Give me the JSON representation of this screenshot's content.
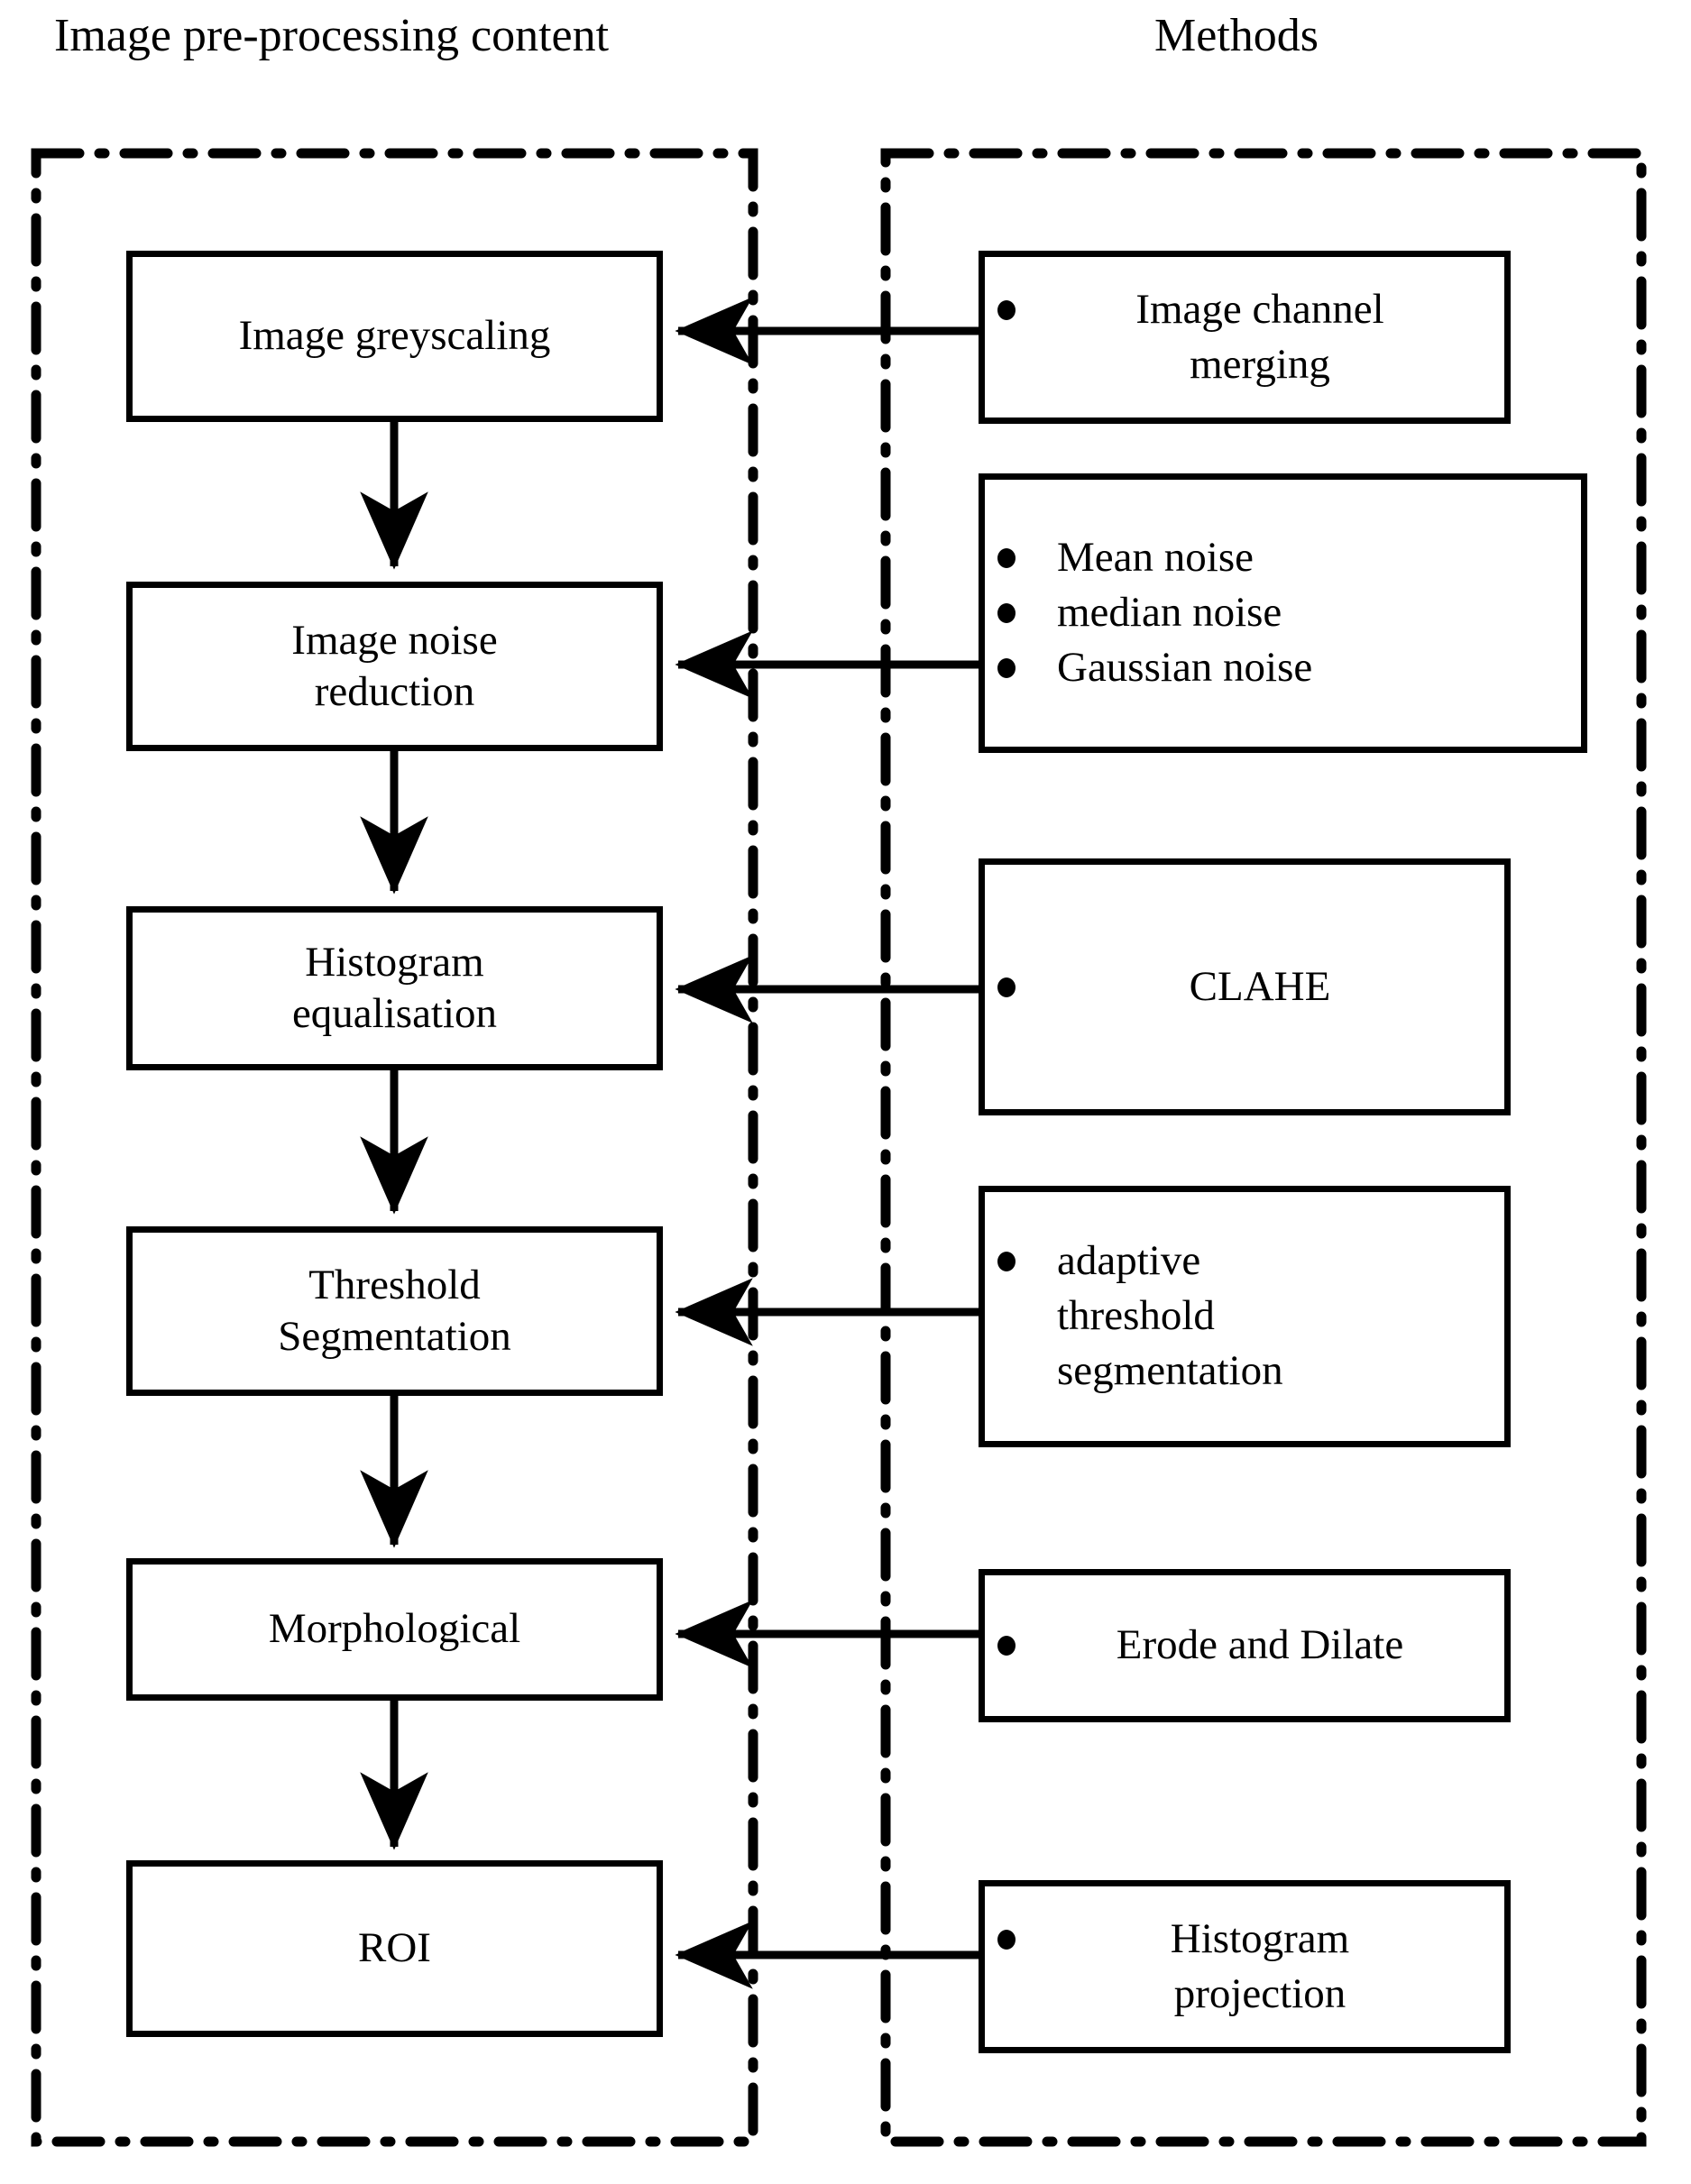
{
  "columns": {
    "left_title": "Image pre-processing content",
    "right_title": "Methods"
  },
  "pipeline": {
    "steps": [
      {
        "label": "Image greyscaling"
      },
      {
        "label": "Image noise\nreduction"
      },
      {
        "label": "Histogram\nequalisation"
      },
      {
        "label": "Threshold\nSegmentation"
      },
      {
        "label": "Morphological"
      },
      {
        "label": "ROI"
      }
    ]
  },
  "methods": {
    "groups": [
      {
        "lines": [
          "Image channel",
          "merging"
        ],
        "bullets": 1
      },
      {
        "lines": [
          "Mean noise",
          "median noise",
          "Gaussian noise"
        ],
        "bullets": 3
      },
      {
        "lines": [
          "CLAHE"
        ],
        "bullets": 1
      },
      {
        "lines": [
          "adaptive",
          "threshold",
          "segmentation"
        ],
        "bullets": 1
      },
      {
        "lines": [
          "Erode and Dilate"
        ],
        "bullets": 1
      },
      {
        "lines": [
          "Histogram",
          "projection"
        ],
        "bullets": 1
      }
    ]
  },
  "colors": {
    "stroke": "#000000",
    "background": "#ffffff"
  }
}
